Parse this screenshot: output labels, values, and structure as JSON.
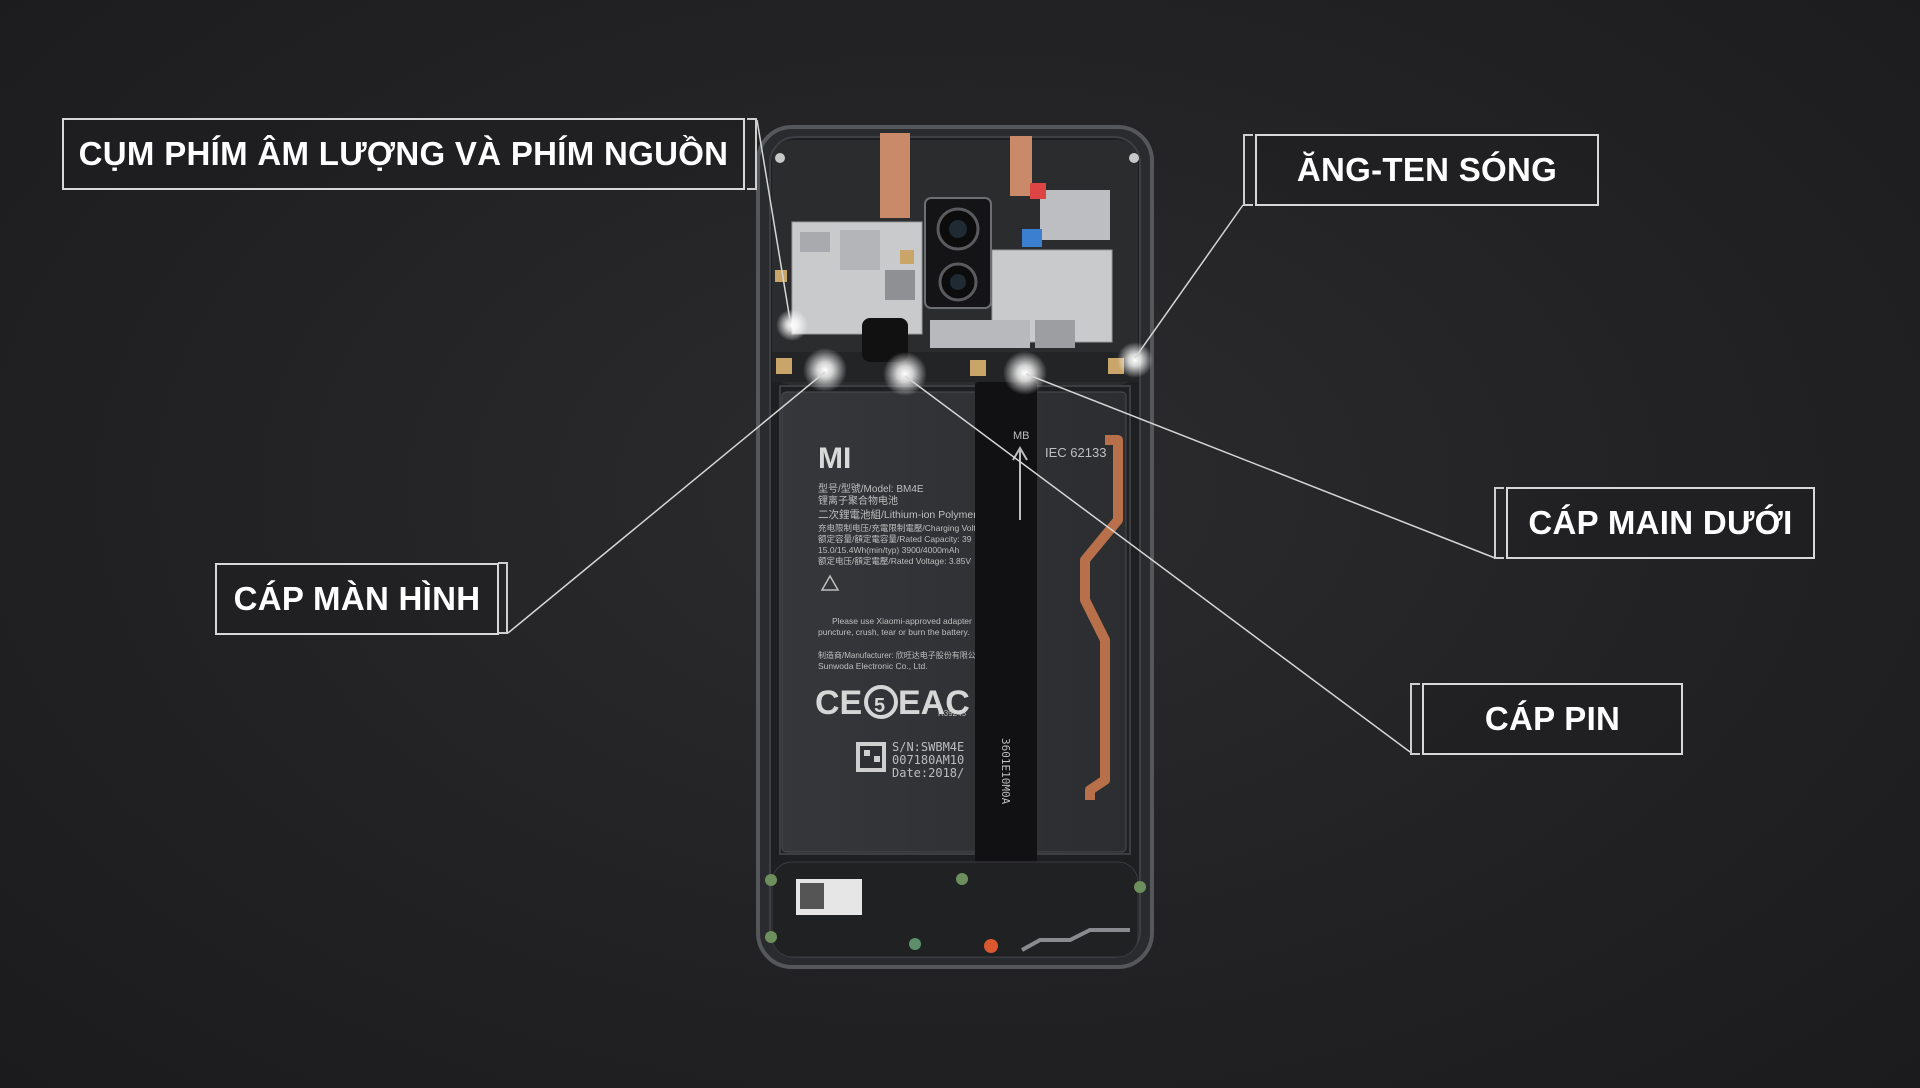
{
  "labels": {
    "power_volume": "CỤM PHÍM ÂM LƯỢNG VÀ PHÍM NGUỒN",
    "antenna": "ĂNG-TEN SÓNG",
    "main_bottom": "CÁP MAIN DƯỚI",
    "display_cable": "CÁP MÀN HÌNH",
    "battery_cable": "CÁP PIN"
  },
  "battery": {
    "brand": "MI",
    "model": "型号/型號/Model: BM4E",
    "type_cn": "锂离子聚合物电池",
    "type": "二次鋰電池組/Lithium-ion Polymer",
    "charging": "充电限制电压/充電限制電壓/Charging Volt",
    "capacity": "额定容量/額定電容量/Rated Capacity: 39",
    "energy": "15.0/15.4Wh(min/typ)  3900/4000mAh",
    "voltage": "额定电压/額定電壓/Rated Voltage: 3.85V",
    "warning": "Please use Xiaomi-approved adapter",
    "warning2": "puncture, crush, tear or burn the battery.",
    "manufacturer": "制造商/Manufacturer: 欣旺达电子股份有限公司",
    "manufacturer2": "Sunwoda Electronic Co., Ltd.",
    "iec": "IEC 62133",
    "sn1": "S/N:SWBM4E",
    "sn2": "007180AM10",
    "sn3": "Date:2018/",
    "cert": "R39245",
    "flex_label": "MB",
    "flex_code": "3601E10M0A"
  },
  "colors": {
    "background": "#232325",
    "label_border": "#d8d8d8",
    "copper": "#c98a6a"
  }
}
